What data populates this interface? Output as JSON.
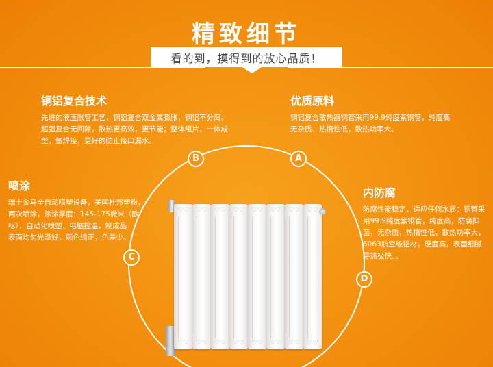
{
  "header": {
    "title": "精致细节",
    "subtitle": "看的到，摸得到的放心品质！"
  },
  "badges": {
    "a": "A",
    "b": "B",
    "c": "C",
    "d": "D"
  },
  "features": {
    "copper_aluminum": {
      "title": "铜铝复合技术",
      "lines": [
        "先进的液压胀管工艺，铜铝复合双金属膨胀，铜铝不分离，",
        "超强复合无间隙，散热更高效，更节能；整体组片，一体成",
        "型，氩焊接，更好的防止接口漏水。"
      ]
    },
    "quality_material": {
      "title": "优质原料",
      "lines": [
        "铜铝复合散热器铜管采用99.9纯度紫铜管，纯度高",
        "无杂质、热惰性低，散热功率大。"
      ]
    },
    "spray_coating": {
      "title": "喷涂",
      "lines": [
        "瑞士金马全自动喷塑设备，美国杜邦塑粉，",
        "两次喷涂，涂涂厚度：145-175微米（欧",
        "标），自动化喷塑，电脑控温，制成品",
        "表面均匀光泽好，颜色纯正，色差少。"
      ]
    },
    "anti_corrosion": {
      "title": "内防腐",
      "lines": [
        "防腐性能稳定，适应任何水质：铜管采",
        "用99.9纯度紫铜管，纯度高，防腐抑",
        "菌，无杂质，热惰性低，散热功率大，",
        "6063航空级铝材，硬度高，表面细腻",
        "导热极快。。"
      ]
    }
  },
  "colors": {
    "background": "#f28f0e",
    "text": "#ffffff"
  }
}
